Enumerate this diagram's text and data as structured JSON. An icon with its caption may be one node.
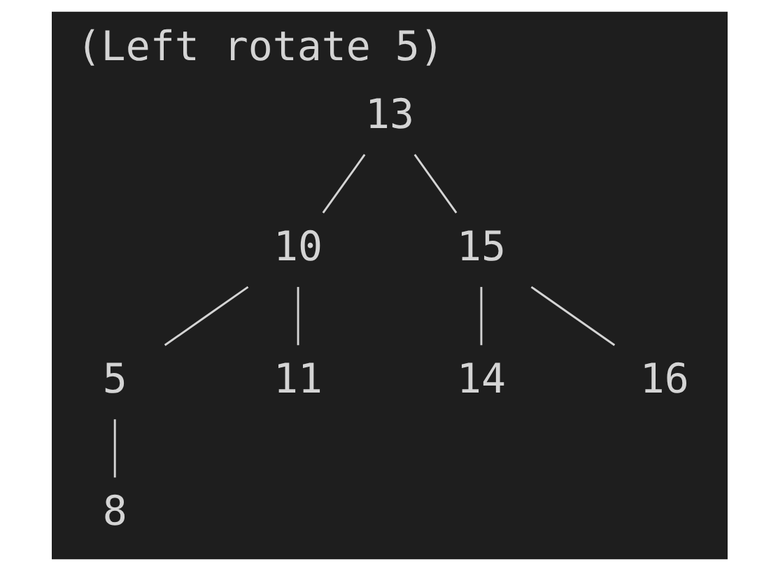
{
  "diagram": {
    "title": "(Left rotate 5)",
    "nodes": [
      {
        "text": [
          "13"
        ]
      },
      {
        "text": [
          "10"
        ]
      },
      {
        "text": [
          "15"
        ]
      },
      {
        "text": [
          "5"
        ]
      },
      {
        "text": [
          "11"
        ]
      },
      {
        "text": [
          "14"
        ]
      },
      {
        "text": [
          "16"
        ]
      },
      {
        "text": [
          "8"
        ]
      }
    ],
    "edges": [
      {
        "from": 0,
        "to": 1,
        "arrow": "none"
      },
      {
        "from": 0,
        "to": 2,
        "arrow": "none"
      },
      {
        "from": 1,
        "to": 3,
        "arrow": "none"
      },
      {
        "from": 1,
        "to": 4,
        "arrow": "none"
      },
      {
        "from": 2,
        "to": 5,
        "arrow": "none"
      },
      {
        "from": 2,
        "to": 6,
        "arrow": "none"
      },
      {
        "from": 3,
        "to": 7,
        "arrow": "none"
      }
    ]
  }
}
